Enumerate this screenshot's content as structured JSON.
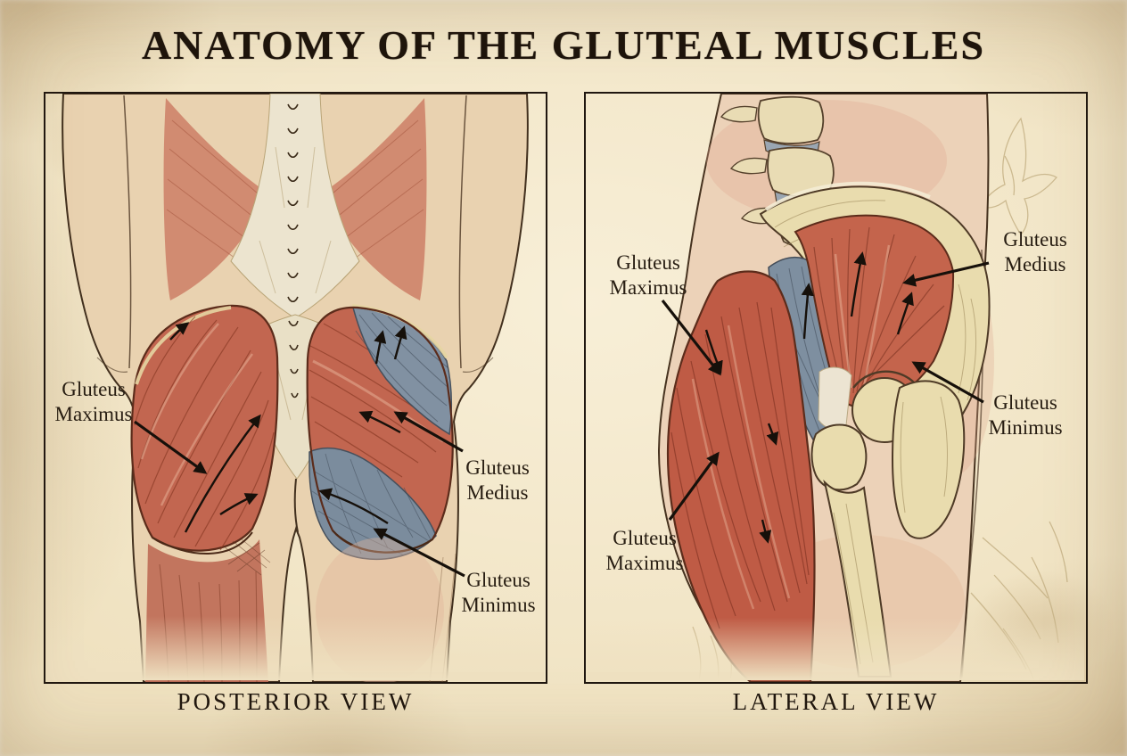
{
  "poster": {
    "title": "ANATOMY OF THE GLUTEAL MUSCLES"
  },
  "panels": {
    "posterior": {
      "caption": "POSTERIOR VIEW",
      "labels": {
        "maximus": "Gluteus\nMaximus",
        "medius": "Gluteus\nMedius",
        "minimus": "Gluteus\nMinimus"
      }
    },
    "lateral": {
      "caption": "LATERAL VIEW",
      "labels": {
        "maximus_upper": "Gluteus\nMaximus",
        "medius": "Gluteus\nMedius",
        "minimus": "Gluteus\nMinimus",
        "maximus_lower": "Gluteus\nMaximus"
      }
    }
  },
  "colors": {
    "parchment": "#efe1bf",
    "ink": "#1c130b",
    "muscle_red": "#c26650",
    "muscle_red_deep": "#82341f",
    "muscle_blue_gray": "#7b8c9d",
    "bone": "#e9dcae",
    "fascia_cream": "#ece4cf",
    "skin": "#e9d2b0"
  }
}
